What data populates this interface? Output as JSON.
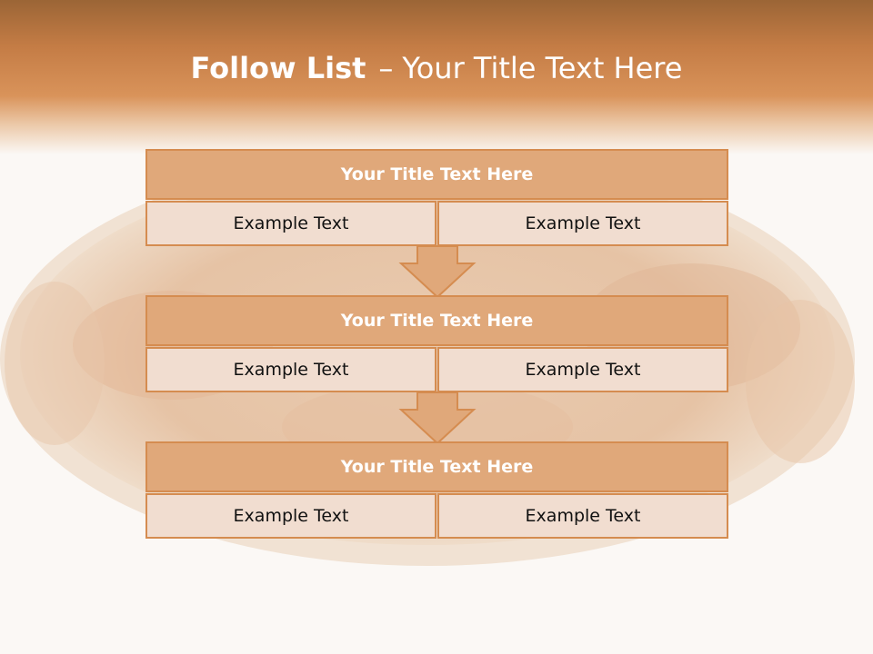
{
  "slide": {
    "title_bold": "Follow List",
    "title_separator": "–",
    "title_rest": "Your Title Text Here"
  },
  "blocks": [
    {
      "title": "Your Title Text Here",
      "cells": [
        "Example Text",
        "Example Text"
      ]
    },
    {
      "title": "Your Title Text Here",
      "cells": [
        "Example Text",
        "Example Text"
      ]
    },
    {
      "title": "Your Title Text Here",
      "cells": [
        "Example Text",
        "Example Text"
      ]
    }
  ],
  "colors": {
    "header": "#c47c45",
    "box_title_fill": "#e0a87a",
    "cell_fill": "#f1ddd0",
    "border": "#d58c50"
  }
}
